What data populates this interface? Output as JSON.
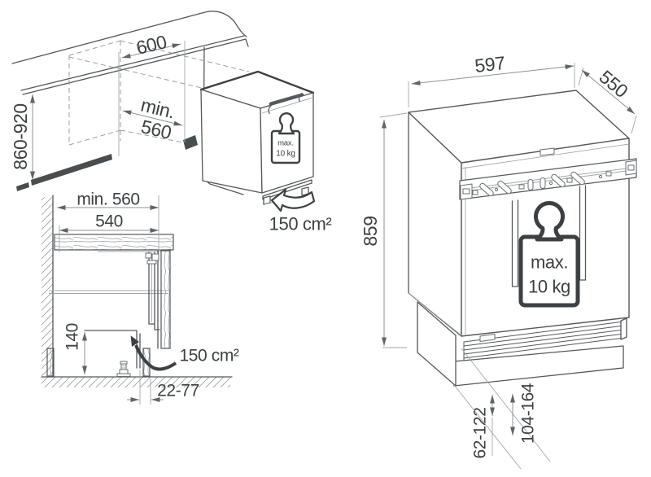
{
  "colors": {
    "ink": "#3d4043",
    "line": "#55585c",
    "light_line": "#9aa0a4"
  },
  "niche_view": {
    "width": "600",
    "depth_min_label": "min.",
    "depth_min_value": "560",
    "height_range": "860-920",
    "weight_max_label": "max.",
    "weight_max_value": "10 kg",
    "vent_area": "150 cm²"
  },
  "section_view": {
    "niche_depth_min": "min. 560",
    "worktop_depth": "540",
    "rear_clearance": "140",
    "vent_area": "150 cm²",
    "plinth_recess_range": "22-77"
  },
  "appliance_view": {
    "width": "597",
    "depth": "550",
    "height": "859",
    "weight_max_label": "max.",
    "weight_max_value": "10 kg",
    "plinth_adjust_range_small": "62-122",
    "plinth_adjust_range_large": "104-164"
  }
}
